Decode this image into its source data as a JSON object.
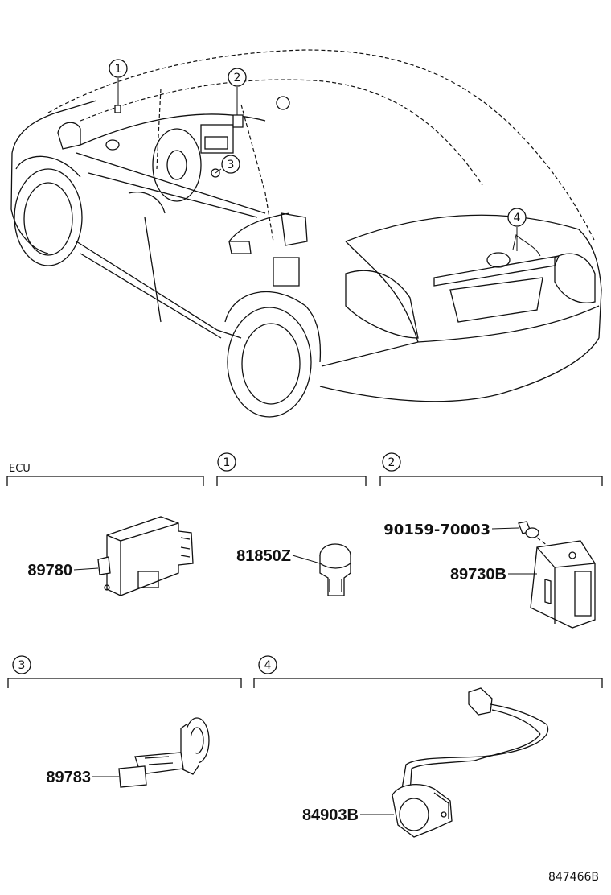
{
  "diagram_id": "847466B",
  "callouts": [
    {
      "num": "1"
    },
    {
      "num": "2"
    },
    {
      "num": "3"
    },
    {
      "num": "4"
    }
  ],
  "sections": {
    "ecu": {
      "title": "ECU"
    },
    "s1": {
      "num": "1"
    },
    "s2": {
      "num": "2"
    },
    "s3": {
      "num": "3"
    },
    "s4": {
      "num": "4"
    }
  },
  "parts": {
    "ecu_unit": "89780",
    "s1_sensor": "81850Z",
    "s2_bolt": "90159-70003",
    "s2_module": "89730B",
    "s3_sensor": "89783",
    "s4_camera": "84903B"
  }
}
